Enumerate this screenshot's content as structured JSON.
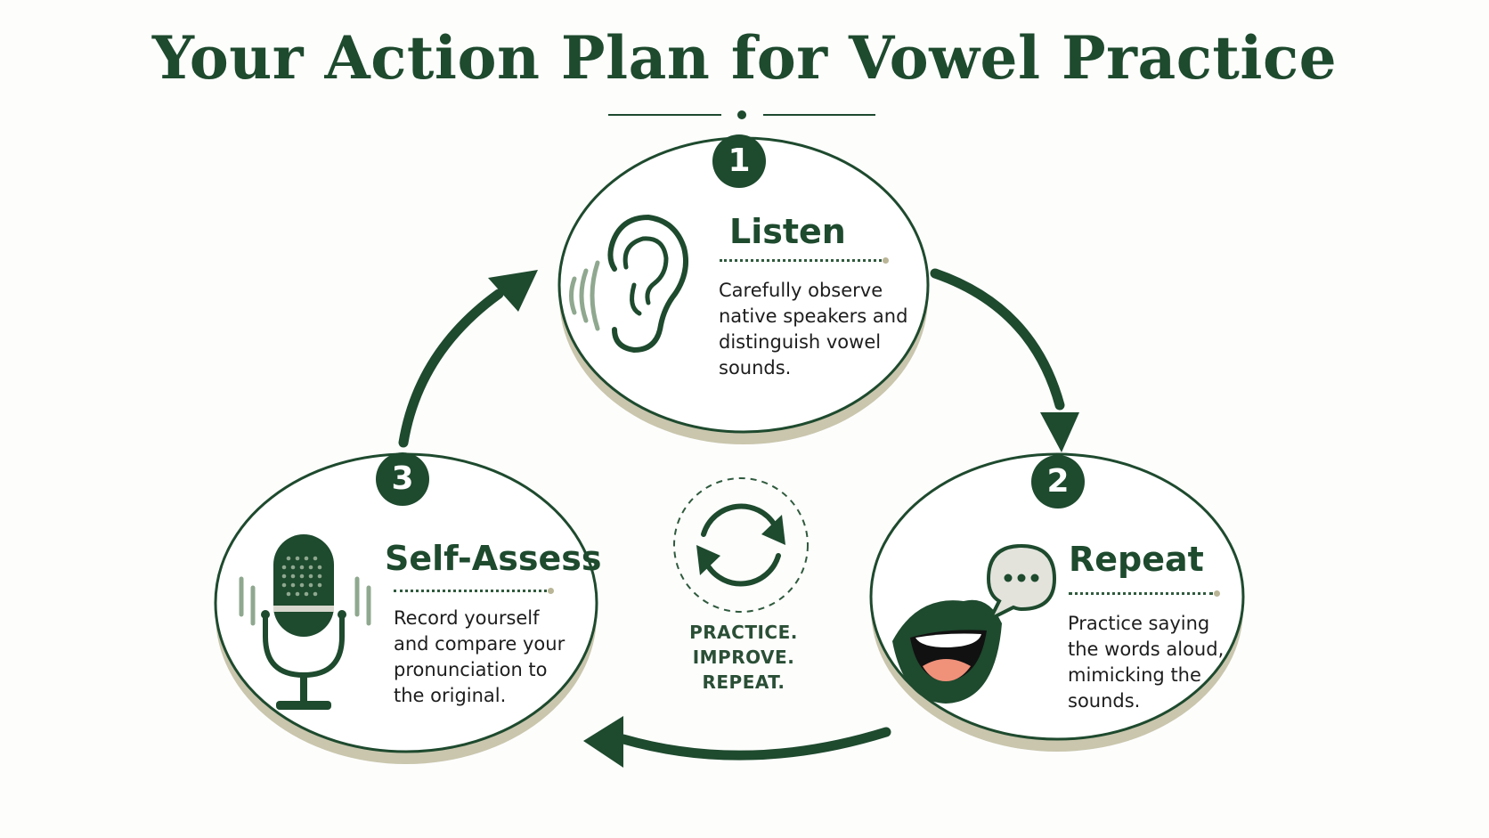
{
  "title": "Your Action Plan for Vowel Practice",
  "colors": {
    "primary": "#1e4a2e",
    "accent_light": "#8fa88f",
    "shadow": "#c9c6ad",
    "lip_inner": "#f0917a"
  },
  "steps": [
    {
      "number": "1",
      "title": "Listen",
      "icon": "ear-icon",
      "description_lines": [
        "Carefully observe",
        "native speakers and",
        "distinguish vowel",
        "sounds."
      ]
    },
    {
      "number": "2",
      "title": "Repeat",
      "icon": "speaking-mouth-icon",
      "description_lines": [
        "Practice saying",
        "the words aloud,",
        "mimicking the",
        "sounds."
      ]
    },
    {
      "number": "3",
      "title": "Self-Assess",
      "icon": "microphone-icon",
      "description_lines": [
        "Record yourself",
        "and compare your",
        "pronunciation to",
        "the original."
      ]
    }
  ],
  "center": {
    "icon": "refresh-cycle-icon",
    "lines": [
      "PRACTICE.",
      "IMPROVE.",
      "REPEAT."
    ]
  }
}
